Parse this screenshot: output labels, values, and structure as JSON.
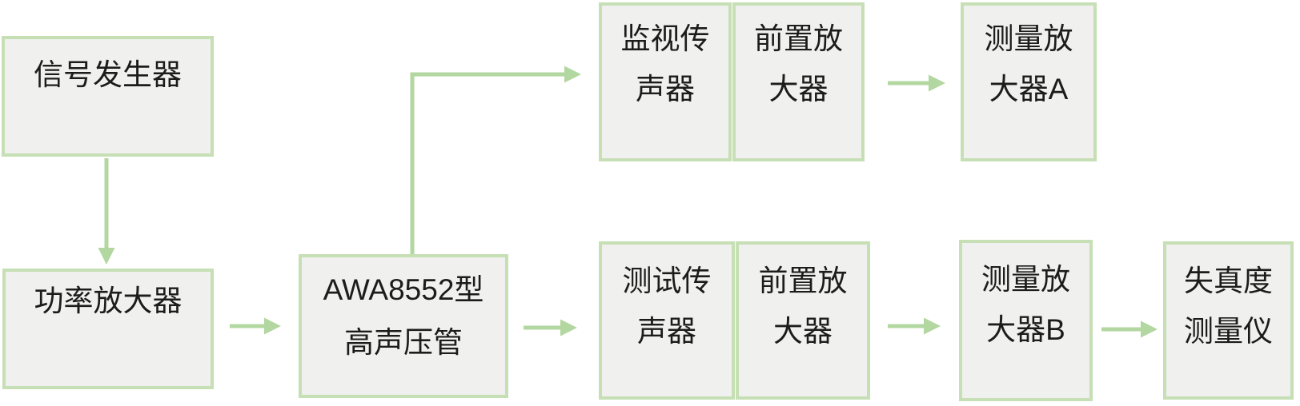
{
  "diagram": {
    "title": "AWA8552 high-sound-pressure tube distortion measurement setup",
    "colors": {
      "background": "#ffffff",
      "box_fill": "#f0f0ee",
      "box_border": "#c6dfb5",
      "connector": "#b3d7a0",
      "text": "#1c1c1c"
    },
    "nodes": [
      {
        "id": "signal-generator",
        "label": "信号发生器",
        "lines": [
          "信号发生器"
        ]
      },
      {
        "id": "power-amplifier",
        "label": "功率放大器",
        "lines": [
          "功率放大器"
        ]
      },
      {
        "id": "awa8552-tube",
        "label": "AWA8552型高声压管",
        "lines": [
          "AWA8552型",
          "高声压管"
        ]
      },
      {
        "id": "monitor-microphone",
        "label": "监视传声器",
        "lines": [
          "监视传",
          "声器"
        ]
      },
      {
        "id": "monitor-preamplifier",
        "label": "前置放大器",
        "lines": [
          "前置放",
          "大器"
        ]
      },
      {
        "id": "measuring-amplifier-a",
        "label": "测量放大器A",
        "lines": [
          "测量放",
          "大器A"
        ]
      },
      {
        "id": "test-microphone",
        "label": "测试传声器",
        "lines": [
          "测试传",
          "声器"
        ]
      },
      {
        "id": "test-preamplifier",
        "label": "前置放大器",
        "lines": [
          "前置放",
          "大器"
        ]
      },
      {
        "id": "measuring-amplifier-b",
        "label": "测量放大器B",
        "lines": [
          "测量放",
          "大器B"
        ]
      },
      {
        "id": "distortion-meter",
        "label": "失真度测量仪",
        "lines": [
          "失真度",
          "测量仪"
        ]
      }
    ],
    "edges": [
      {
        "from": "signal-generator",
        "to": "power-amplifier"
      },
      {
        "from": "power-amplifier",
        "to": "awa8552-tube"
      },
      {
        "from": "awa8552-tube",
        "to": "monitor-microphone"
      },
      {
        "from": "awa8552-tube",
        "to": "test-microphone"
      },
      {
        "from": "monitor-preamplifier",
        "to": "measuring-amplifier-a"
      },
      {
        "from": "test-preamplifier",
        "to": "measuring-amplifier-b"
      },
      {
        "from": "measuring-amplifier-b",
        "to": "distortion-meter"
      }
    ]
  }
}
